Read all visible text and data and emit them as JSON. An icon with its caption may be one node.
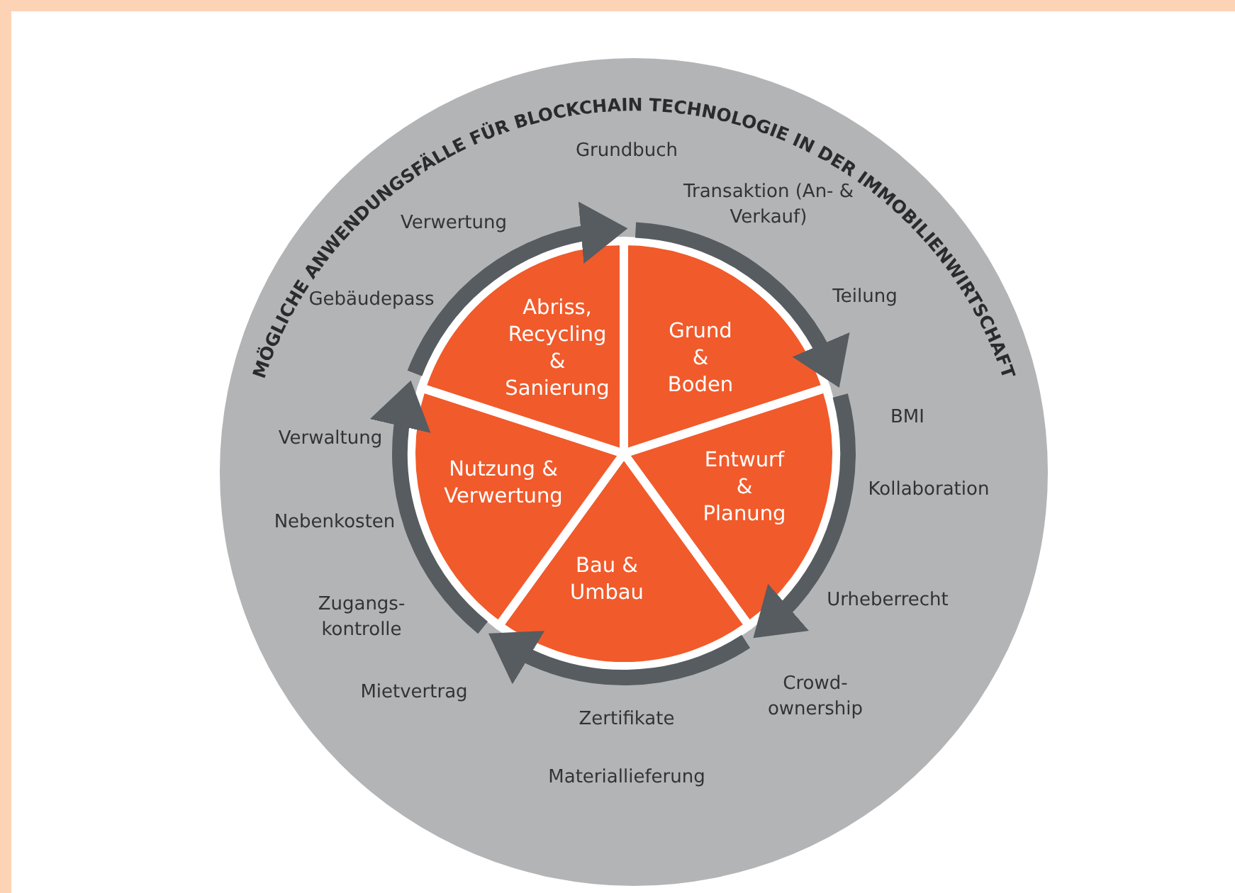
{
  "diagram": {
    "title": "MÖGLICHE ANWENDUNGSFÄLLE FÜR BLOCKCHAIN TECHNOLOGIE IN DER IMMOBILIENWIRTSCHAFT",
    "nodes": [
      {
        "text": [
          "Grund & Boden"
        ]
      },
      {
        "text": [
          "Entwurf & Planung"
        ]
      },
      {
        "text": [
          "Bau & Umbau"
        ]
      },
      {
        "text": [
          "Nutzung & Verwertung"
        ]
      },
      {
        "text": [
          "Abriss, Recycling & Sanierung"
        ]
      }
    ],
    "edges": [
      {
        "from": 4,
        "to": 0,
        "arrow": "to"
      },
      {
        "from": 0,
        "to": 1,
        "arrow": "to"
      },
      {
        "from": 1,
        "to": 2,
        "arrow": "to"
      },
      {
        "from": 2,
        "to": 3,
        "arrow": "to"
      },
      {
        "from": 3,
        "to": 4,
        "arrow": "to"
      }
    ],
    "labels": [
      "Grundbuch",
      "Transaktion (An- & Verkauf)",
      "Verwertung",
      "Gebäudepass",
      "Teilung",
      "BMI",
      "Verwaltung",
      "Kollaboration",
      "Nebenkosten",
      "Urheberrecht",
      "Zugangs- kontrolle",
      "Mietvertrag",
      "Crowd- ownership",
      "Zertifikate",
      "Materiallieferung"
    ]
  }
}
